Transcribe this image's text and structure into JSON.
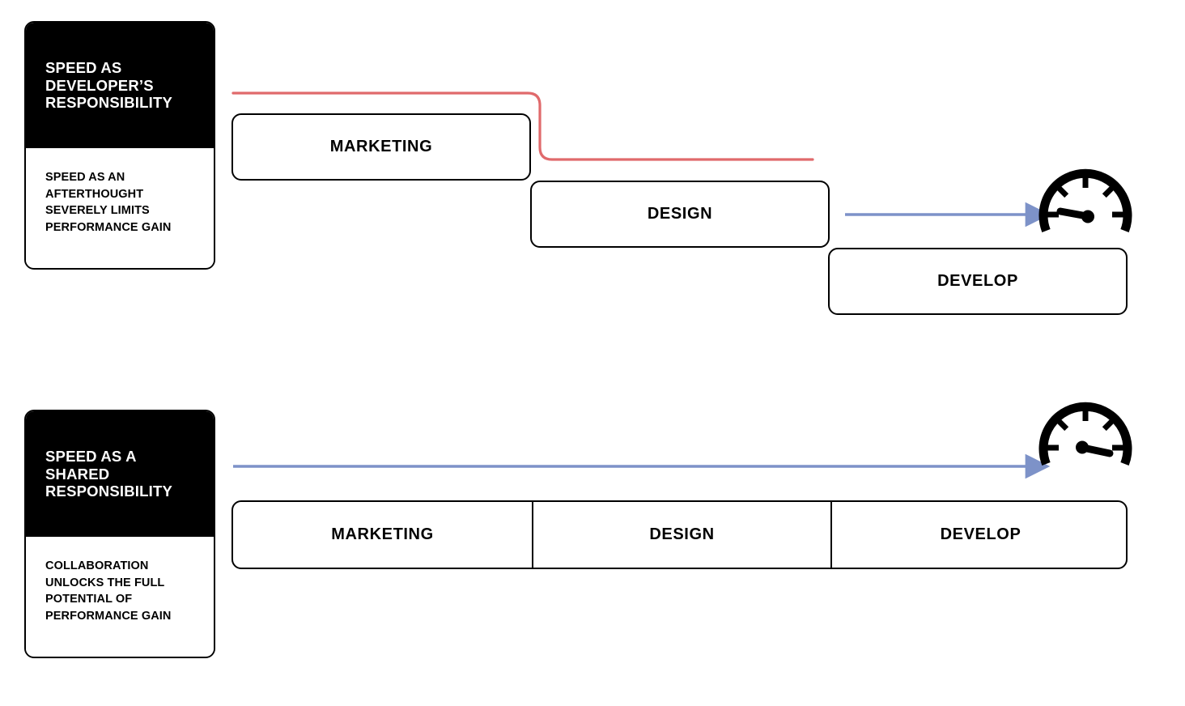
{
  "diagram": {
    "title_row_1": "SPEED AS DEVELOPER'S RESPONSIBILITY",
    "title_row_2": "SPEED AS A SHARED RESPONSIBILITY"
  },
  "colors": {
    "red_line": "#e06a6c",
    "blue_arrow": "#7d92c8",
    "ink": "#000000",
    "paper": "#ffffff"
  },
  "rows": [
    {
      "id": "sequential",
      "card": {
        "heading": "SPEED AS\nDEVELOPER’S\nRESPONSIBILITY",
        "body": "SPEED AS AN\nAFTERTHOUGHT\nSEVERELY LIMITS\nPERFORMANCE GAIN"
      },
      "stages": [
        {
          "label": "MARKETING"
        },
        {
          "label": "DESIGN"
        },
        {
          "label": "DEVELOP"
        }
      ],
      "gauge": {
        "name": "speedometer-low",
        "reading": "low"
      },
      "arrow": {
        "name": "blue-arrow-right",
        "color": "#7d92c8"
      },
      "limit_line": {
        "name": "red-limit-line",
        "color": "#e06a6c"
      }
    },
    {
      "id": "shared",
      "card": {
        "heading": "SPEED AS A\nSHARED\nRESPONSIBILITY",
        "body": "COLLABORATION\nUNLOCKS THE FULL\nPOTENTIAL OF\nPERFORMANCE GAIN"
      },
      "stages": [
        {
          "label": "MARKETING"
        },
        {
          "label": "DESIGN"
        },
        {
          "label": "DEVELOP"
        }
      ],
      "gauge": {
        "name": "speedometer-high",
        "reading": "high"
      },
      "arrow": {
        "name": "blue-arrow-right",
        "color": "#7d92c8"
      }
    }
  ]
}
